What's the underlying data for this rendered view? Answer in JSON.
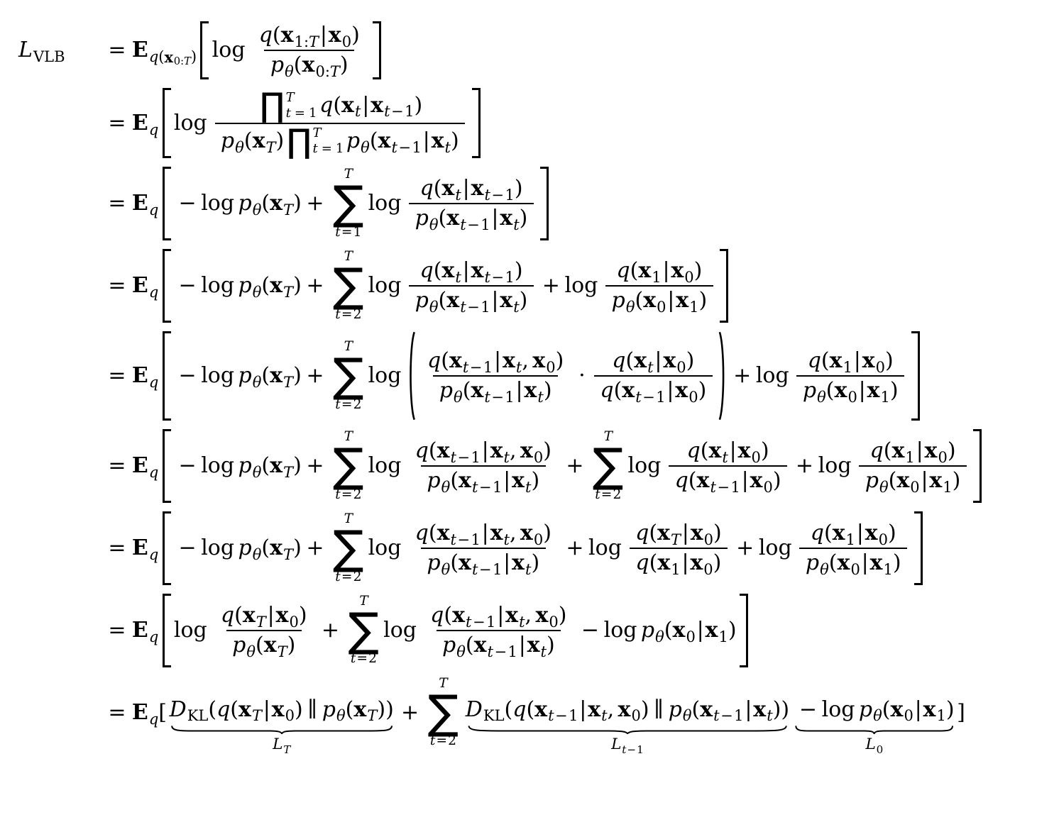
{
  "page": {
    "background": "#ffffff",
    "text_color": "#000000"
  },
  "equation": {
    "name": "variational-lower-bound-derivation",
    "lines": [
      {
        "lhs": "L_{\\text{VLB}}",
        "rhs": "= \\E_{q(\\x_{0:T})} {\\lB \\log \\frac{q(\\x_{1:T} | \\x_{0})}{p_\\theta(\\x_{0:T})} \\rB}"
      },
      {
        "lhs": "",
        "rhs": "= \\E_{q} {\\lB \\log \\frac{\\prod_{t=1}^{T} q(\\x_{t} | \\x_{t-1})}{p_\\theta(\\x_{T}) \\prod_{t=1}^{T} p_\\theta(\\x_{t-1} | \\x_{t})} \\rB}"
      },
      {
        "lhs": "",
        "rhs": "= \\E_{q} {\\lB - \\log p_\\theta(\\x_{T}) + \\sum_{t=1}^{T} \\log \\frac{q(\\x_{t} | \\x_{t-1})}{p_\\theta(\\x_{t-1} | \\x_{t})} \\rB}"
      },
      {
        "lhs": "",
        "rhs": "= \\E_{q} {\\lB - \\log p_\\theta(\\x_{T}) + \\sum_{t=2}^{T} \\log \\frac{q(\\x_{t} | \\x_{t-1})}{p_\\theta(\\x_{t-1} | \\x_{t})} + \\log \\frac{q(\\x_{1} | \\x_{0})}{p_\\theta(\\x_{0} | \\x_{1})} \\rB}"
      },
      {
        "lhs": "",
        "rhs": "= \\E_{q} {\\lB - \\log p_\\theta(\\x_{T}) + \\sum_{t=2}^{T} \\log {\\lP \\frac{q(\\x_{t-1} | \\x_{t}, \\x_{0})}{p_\\theta(\\x_{t-1} | \\x_{t})} \\cdot \\frac{q(\\x_{t} | \\x_{0})}{q(\\x_{t-1} | \\x_{0})} \\rP} + \\log \\frac{q(\\x_{1} | \\x_{0})}{p_\\theta(\\x_{0} | \\x_{1})} \\rB}"
      },
      {
        "lhs": "",
        "rhs": "= \\E_{q} {\\lB - \\log p_\\theta(\\x_{T}) + \\sum_{t=2}^{T} \\log \\frac{q(\\x_{t-1} | \\x_{t}, \\x_{0})}{p_\\theta(\\x_{t-1} | \\x_{t})} + \\sum_{t=2}^{T} \\log \\frac{q(\\x_{t} | \\x_{0})}{q(\\x_{t-1} | \\x_{0})} + \\log \\frac{q(\\x_{1} | \\x_{0})}{p_\\theta(\\x_{0} | \\x_{1})} \\rB}"
      },
      {
        "lhs": "",
        "rhs": "= \\E_{q} {\\lB - \\log p_\\theta(\\x_{T}) + \\sum_{t=2}^{T} \\log \\frac{q(\\x_{t-1} | \\x_{t}, \\x_{0})}{p_\\theta(\\x_{t-1} | \\x_{t})} + \\log \\frac{q(\\x_{T} | \\x_{0})}{q(\\x_{1} | \\x_{0})} + \\log \\frac{q(\\x_{1} | \\x_{0})}{p_\\theta(\\x_{0} | \\x_{1})} \\rB}"
      },
      {
        "lhs": "",
        "rhs": "= \\E_{q} {\\lB \\log \\frac{q(\\x_{T} | \\x_{0})}{p_\\theta(\\x_{T})} + \\sum_{t=2}^{T} \\log \\frac{q(\\x_{t-1} | \\x_{t}, \\x_{0})}{p_\\theta(\\x_{t-1} | \\x_{t})} - \\log p_\\theta(\\x_{0} | \\x_{1}) \\rB}"
      },
      {
        "lhs": "",
        "rhs": "= \\E_{q} [ \\ub{D_{\\text{KL}}(q(\\x_{T} | \\x_{0}) \\| p_\\theta(\\x_{T}))}{L_{T}} + \\sum_{t=2}^{T} \\ub{D_{\\text{KL}}(q(\\x_{t-1} | \\x_{t}, \\x_{0}) \\| p_\\theta(\\x_{t-1} | \\x_{t}))}{L_{t-1}} \\ub{- \\log p_\\theta(\\x_{0} | \\x_{1})}{L_{0}} ]"
      }
    ]
  }
}
